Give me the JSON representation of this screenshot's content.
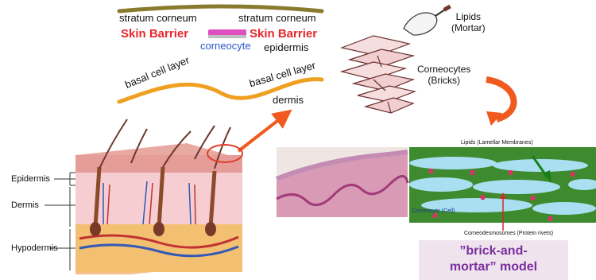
{
  "top_schematic": {
    "stratum_corneum_left": "stratum corneum",
    "stratum_corneum_right": "stratum corneum",
    "skin_barrier_left": "Skin Barrier",
    "skin_barrier_right": "Skin Barrier",
    "corneocyte": "corneocyte",
    "epidermis": "epidermis",
    "basal_cell_layer_left": "basal cell layer",
    "basal_cell_layer_right": "basal cell layer",
    "dermis": "dermis"
  },
  "brick_wall": {
    "lipids": "Lipids\n(Mortar)",
    "corneocytes": "Corneocytes\n(Bricks)"
  },
  "skin_block": {
    "epidermis": "Epidermis",
    "dermis": "Dermis",
    "hypodermis": "Hypodermis"
  },
  "micrograph": {
    "lipids_label": "Lipids (Lamellar Membranes)",
    "corneocyte_label": "Corneocyte (Cell)",
    "corneodesmosomes_label": "Corneodesmosomes (Protein rivets)"
  },
  "model": {
    "line1": "”brick-and-",
    "line2": "mortar” model"
  },
  "colors": {
    "stratum_line": "#8a7a2e",
    "basal_line": "#f0a020",
    "arrow": "#f05a1e",
    "skin_barrier": "#e8262c",
    "model_bg": "#efe4ee",
    "model_text": "#7a2e9d"
  }
}
